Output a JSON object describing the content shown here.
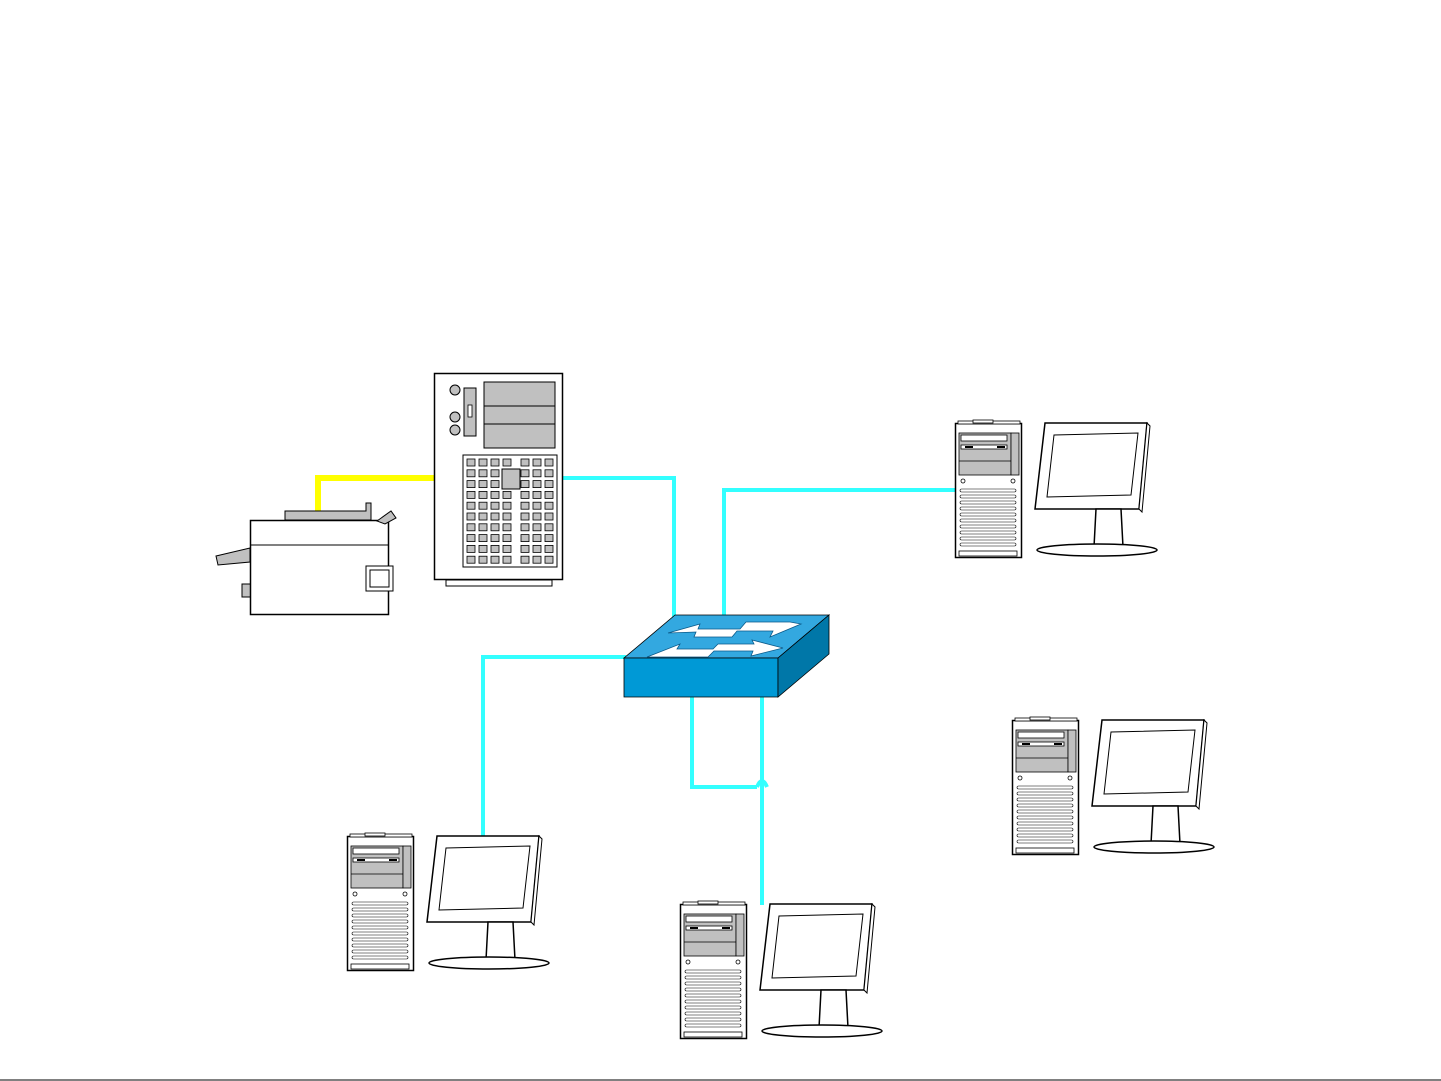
{
  "diagram": {
    "type": "network-topology",
    "colors": {
      "ethernet_link": "#33ffff",
      "printer_link": "#ffff00",
      "switch_top": "#33a8e0",
      "switch_front": "#0099d6",
      "switch_side": "#0077a8",
      "device_fill": "#ffffff",
      "device_panel": "#c0c0c0",
      "outline": "#000000"
    },
    "nodes": [
      {
        "id": "server",
        "kind": "tower-server",
        "icon": "server-icon"
      },
      {
        "id": "printer",
        "kind": "printer",
        "icon": "printer-icon"
      },
      {
        "id": "switch",
        "kind": "network-switch",
        "icon": "switch-icon"
      },
      {
        "id": "workstation-1",
        "kind": "workstation",
        "icon": "workstation-icon"
      },
      {
        "id": "workstation-2",
        "kind": "workstation",
        "icon": "workstation-icon"
      },
      {
        "id": "workstation-3",
        "kind": "workstation",
        "icon": "workstation-icon"
      },
      {
        "id": "workstation-4",
        "kind": "workstation",
        "icon": "workstation-icon"
      }
    ],
    "links": [
      {
        "from": "printer",
        "to": "server",
        "medium": "printer_link"
      },
      {
        "from": "server",
        "to": "switch",
        "medium": "ethernet_link"
      },
      {
        "from": "switch",
        "to": "workstation-1",
        "medium": "ethernet_link"
      },
      {
        "from": "switch",
        "to": "workstation-2",
        "medium": "ethernet_link"
      },
      {
        "from": "switch",
        "to": "workstation-3",
        "medium": "ethernet_link"
      },
      {
        "from": "switch",
        "to": "workstation-4",
        "medium": "ethernet_link"
      }
    ]
  }
}
